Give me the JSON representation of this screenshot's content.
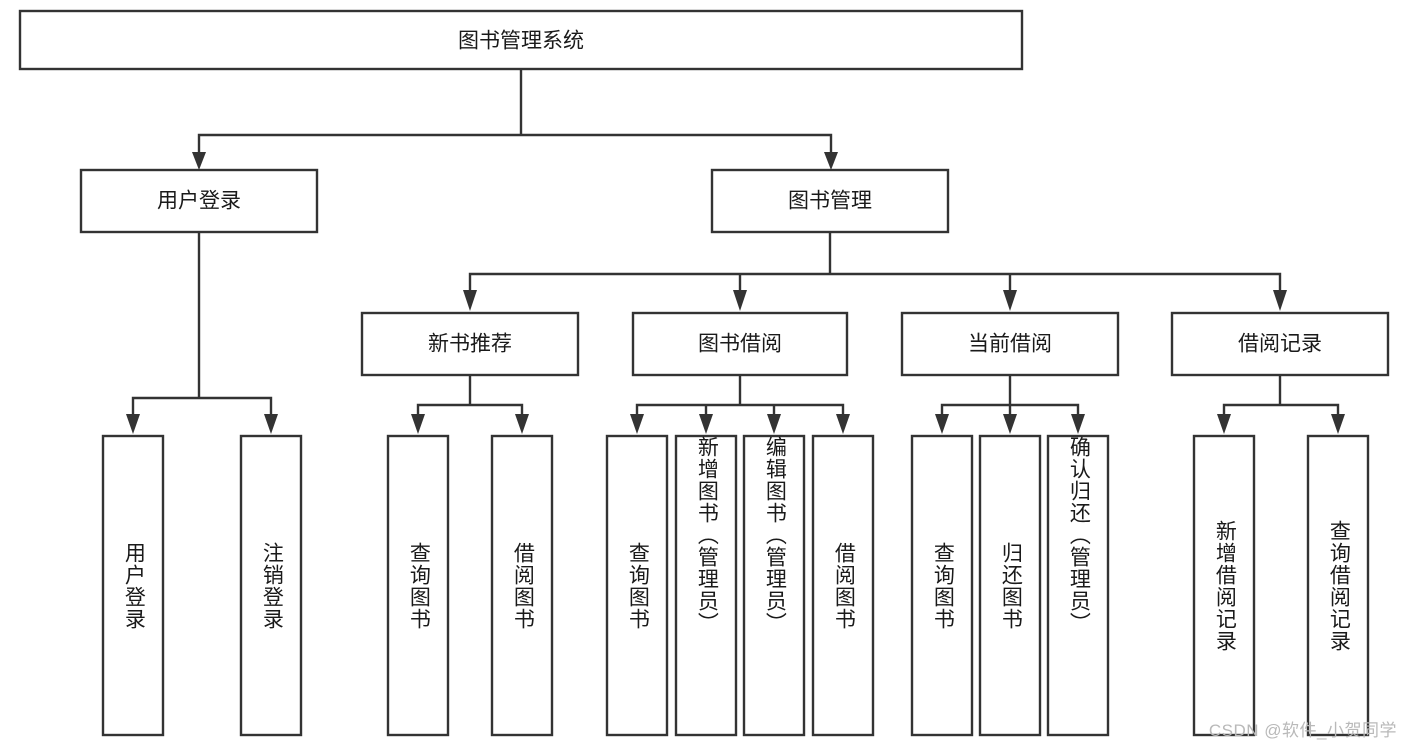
{
  "diagram": {
    "type": "tree",
    "title_node": "图书管理系统",
    "watermark": "CSDN @软件_小贺同学",
    "colors": {
      "box_stroke": "#333333",
      "box_fill": "#ffffff",
      "text": "#1a1a1a",
      "watermark": "#b9b9b9",
      "background": "#ffffff"
    },
    "levels": {
      "level1": [
        {
          "id": "root",
          "label": "图书管理系统",
          "orientation": "horizontal"
        }
      ],
      "level2": [
        {
          "id": "user-login",
          "label": "用户登录",
          "orientation": "horizontal",
          "parent": "root"
        },
        {
          "id": "book-manage",
          "label": "图书管理",
          "orientation": "horizontal",
          "parent": "root"
        }
      ],
      "level3": [
        {
          "id": "new-book-rec",
          "label": "新书推荐",
          "orientation": "horizontal",
          "parent": "book-manage"
        },
        {
          "id": "book-borrow",
          "label": "图书借阅",
          "orientation": "horizontal",
          "parent": "book-manage"
        },
        {
          "id": "current-borrow",
          "label": "当前借阅",
          "orientation": "horizontal",
          "parent": "book-manage"
        },
        {
          "id": "borrow-record",
          "label": "借阅记录",
          "orientation": "horizontal",
          "parent": "book-manage"
        }
      ],
      "leaves": [
        {
          "id": "leaf-user-login",
          "label": "用户登录",
          "orientation": "vertical",
          "parent": "user-login"
        },
        {
          "id": "leaf-logout",
          "label": "注销登录",
          "orientation": "vertical",
          "parent": "user-login"
        },
        {
          "id": "leaf-query-book-1",
          "label": "查询图书",
          "orientation": "vertical",
          "parent": "new-book-rec"
        },
        {
          "id": "leaf-borrow-book-1",
          "label": "借阅图书",
          "orientation": "vertical",
          "parent": "new-book-rec"
        },
        {
          "id": "leaf-query-book-2",
          "label": "查询图书",
          "orientation": "vertical",
          "parent": "book-borrow"
        },
        {
          "id": "leaf-add-book",
          "label": "新增图书（管理员）",
          "orientation": "vertical",
          "parent": "book-borrow"
        },
        {
          "id": "leaf-edit-book",
          "label": "编辑图书（管理员）",
          "orientation": "vertical",
          "parent": "book-borrow"
        },
        {
          "id": "leaf-borrow-book-2",
          "label": "借阅图书",
          "orientation": "vertical",
          "parent": "book-borrow"
        },
        {
          "id": "leaf-query-book-3",
          "label": "查询图书",
          "orientation": "vertical",
          "parent": "current-borrow"
        },
        {
          "id": "leaf-return-book",
          "label": "归还图书",
          "orientation": "vertical",
          "parent": "current-borrow"
        },
        {
          "id": "leaf-confirm-return",
          "label": "确认归还（管理员）",
          "orientation": "vertical",
          "parent": "current-borrow"
        },
        {
          "id": "leaf-add-record",
          "label": "新增借阅记录",
          "orientation": "vertical",
          "parent": "borrow-record"
        },
        {
          "id": "leaf-query-record",
          "label": "查询借阅记录",
          "orientation": "vertical",
          "parent": "borrow-record"
        }
      ]
    }
  }
}
